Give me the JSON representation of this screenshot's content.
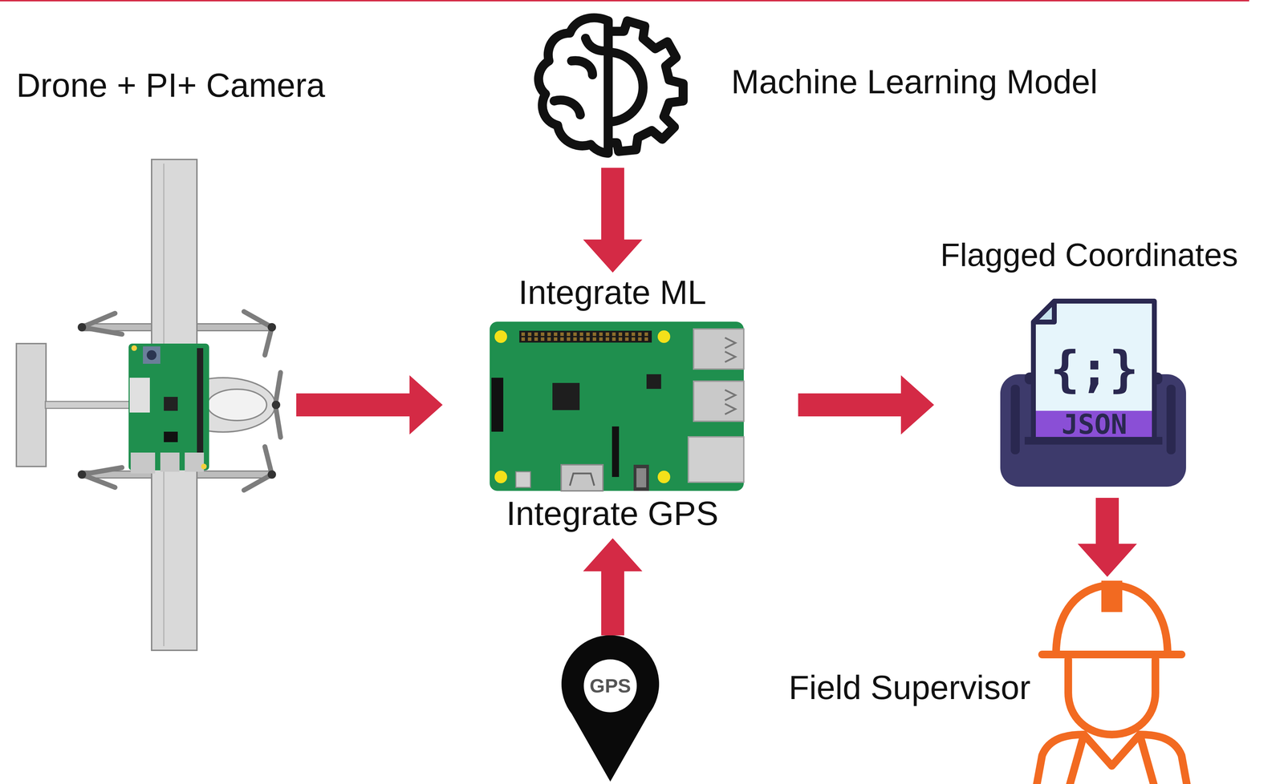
{
  "diagram": {
    "nodes": [
      {
        "text": [
          "Drone + PI+ Camera"
        ]
      },
      {
        "text": [
          "Machine Learning Model"
        ]
      },
      {
        "text": [
          "Integrate ML",
          "Integrate GPS"
        ]
      },
      {
        "text": [
          "Flagged Coordinates",
          "{;}",
          "JSON"
        ]
      },
      {
        "text": [
          "GPS"
        ]
      },
      {
        "text": [
          "Field Supervisor"
        ]
      }
    ],
    "edges": [
      {
        "from": 0,
        "to": 2,
        "arrow": "to"
      },
      {
        "from": 1,
        "to": 2,
        "arrow": "to"
      },
      {
        "from": 4,
        "to": 2,
        "arrow": "to"
      },
      {
        "from": 2,
        "to": 3,
        "arrow": "to"
      },
      {
        "from": 3,
        "to": 5,
        "arrow": "to"
      }
    ]
  }
}
